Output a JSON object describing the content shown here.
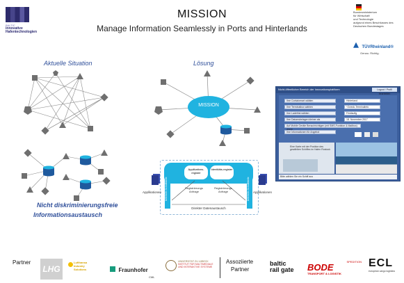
{
  "header": {
    "title": "MISSION",
    "subtitle": "Manage Information Seamlessly in Ports and Hinterlands",
    "left_logo_line1": "BALTIC",
    "left_logo_line2": "innovative Hafentechnologien",
    "ministry_line1": "Bundesministerium",
    "ministry_line2": "für Wirtschaft",
    "ministry_line3": "und Technologie",
    "ministry_line4": "aufgrund eines Beschlusses des Deutschen Bundestages",
    "tuv_name": "TÜVRheinland®",
    "tuv_slogan": "Genau. Richtig."
  },
  "labels": {
    "current": "Aktuelle Situation",
    "solution": "Lösung",
    "nondiscrim_line1": "Nicht diskriminierungsfreie",
    "nondiscrim_line2": "Informationsaustausch",
    "hub": "MISSION"
  },
  "arch": {
    "reg1": "Applikations-register",
    "reg2": "Identitäts-register",
    "side_left": "MISSION Schnittstelle",
    "side_right": "MISSION Schnittstelle",
    "req1": "Registrierungs Anfrage",
    "req2": "Registrierungs Anfrage",
    "direct": "Direkter Datenaustausch",
    "app_left": "Applikationen",
    "app_right": "Applikationen"
  },
  "screen": {
    "title": "Nicht-öffentlicher Bereich der Innovationsplattform",
    "button": "Logout / Profil bearbeiten",
    "rows": [
      {
        "label": "Ihre Containerart wählen",
        "value": "Hinterland"
      },
      {
        "label": "Ihre Terminalbox wählen",
        "value": "+Zweck-Terminalinfo"
      },
      {
        "label": "Ihre Ladefrist wählen",
        "value": "Fristlaufig"
      },
      {
        "label": "Ihre Datumsbelagen kleiner als",
        "value": "18. November 2017"
      },
      {
        "label": "Auf Mobile Geräte Benachrichtigen (mit SMS-Funktion & Mailbox) direkt",
        "value": ""
      },
      {
        "label": "Ihre Informationen für Angebot",
        "value": ""
      }
    ],
    "info_text": "Eine Karte mit der Position des gewählten Schiffes im Hafen Rostock",
    "footer": "Bitte wählen Sie ein Schiff aus"
  },
  "footer": {
    "partner_label": "Partner",
    "associated_label_1": "Assoziierte",
    "associated_label_2": "Partner",
    "logos": {
      "lhg": "LHG",
      "lis_1": "Lufthansa",
      "lis_2": "Industry",
      "lis_3": "Solutions",
      "fraunhofer": "Fraunhofer",
      "fraunhofer_sub": "CML",
      "uni_1": "UNIVERSITÄT ZU LÜBECK",
      "uni_2": "INSTITUT FÜR MULTIMEDIALE",
      "uni_3": "UND INTERAKTIVE SYSTEME",
      "baltic_1": "baltic",
      "baltic_2": "rail gate",
      "bode_1": "SPEDITION",
      "bode_2": "BODE",
      "bode_3": "TRANSPORT & LOGISTIK",
      "ecl": "ECL",
      "ecl_sub": "european cargo logistics"
    }
  },
  "colors": {
    "accent_cyan": "#20b3e0",
    "db_blue": "#1f5a9e",
    "node_gray": "#6f6f6f",
    "screen_blue": "#3c5f9d"
  }
}
